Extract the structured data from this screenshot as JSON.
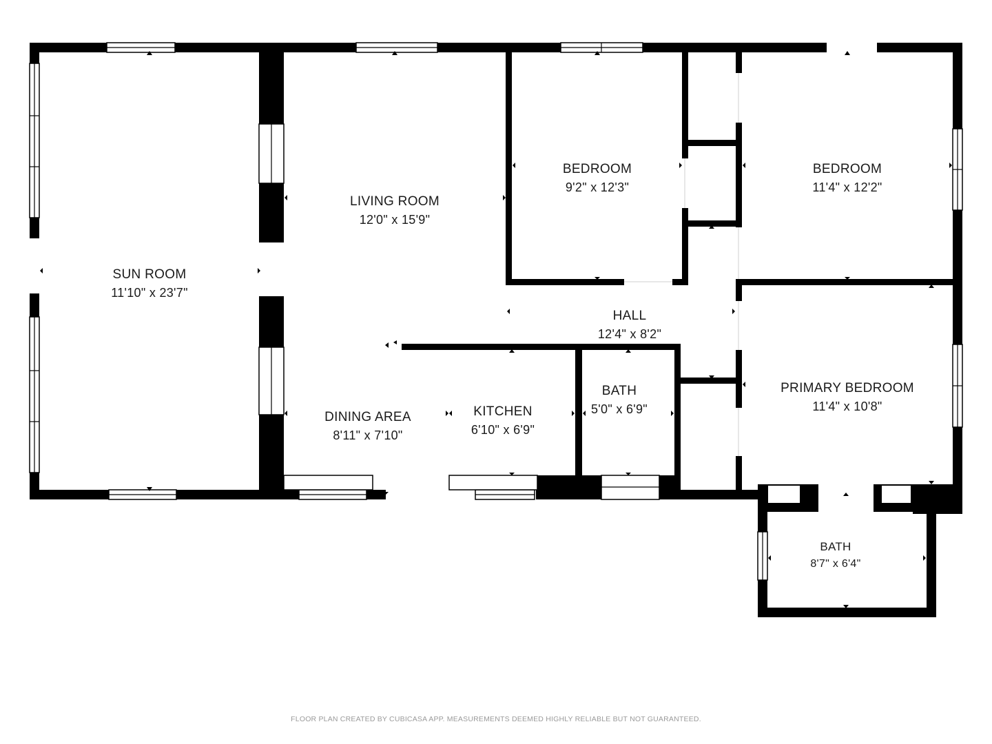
{
  "rooms": {
    "sun_room": {
      "name": "SUN ROOM",
      "dim": "11'10\" x 23'7\""
    },
    "living_room": {
      "name": "LIVING ROOM",
      "dim": "12'0\" x 15'9\""
    },
    "bedroom_1": {
      "name": "BEDROOM",
      "dim": "9'2\" x 12'3\""
    },
    "bedroom_2": {
      "name": "BEDROOM",
      "dim": "11'4\" x 12'2\""
    },
    "hall": {
      "name": "HALL",
      "dim": "12'4\" x 8'2\""
    },
    "dining_area": {
      "name": "DINING AREA",
      "dim": "8'11\" x 7'10\""
    },
    "kitchen": {
      "name": "KITCHEN",
      "dim": "6'10\" x 6'9\""
    },
    "bath_1": {
      "name": "BATH",
      "dim": "5'0\" x 6'9\""
    },
    "primary_bedroom": {
      "name": "PRIMARY BEDROOM",
      "dim": "11'4\" x 10'8\""
    },
    "bath_2": {
      "name": "BATH",
      "dim": "8'7\" x 6'4\""
    }
  },
  "footer": "FLOOR PLAN CREATED BY CUBICASA APP. MEASUREMENTS DEEMED HIGHLY RELIABLE BUT NOT GUARANTEED.",
  "colors": {
    "wall": "#000000",
    "background": "#ffffff",
    "footer_text": "#9a9a9a"
  }
}
